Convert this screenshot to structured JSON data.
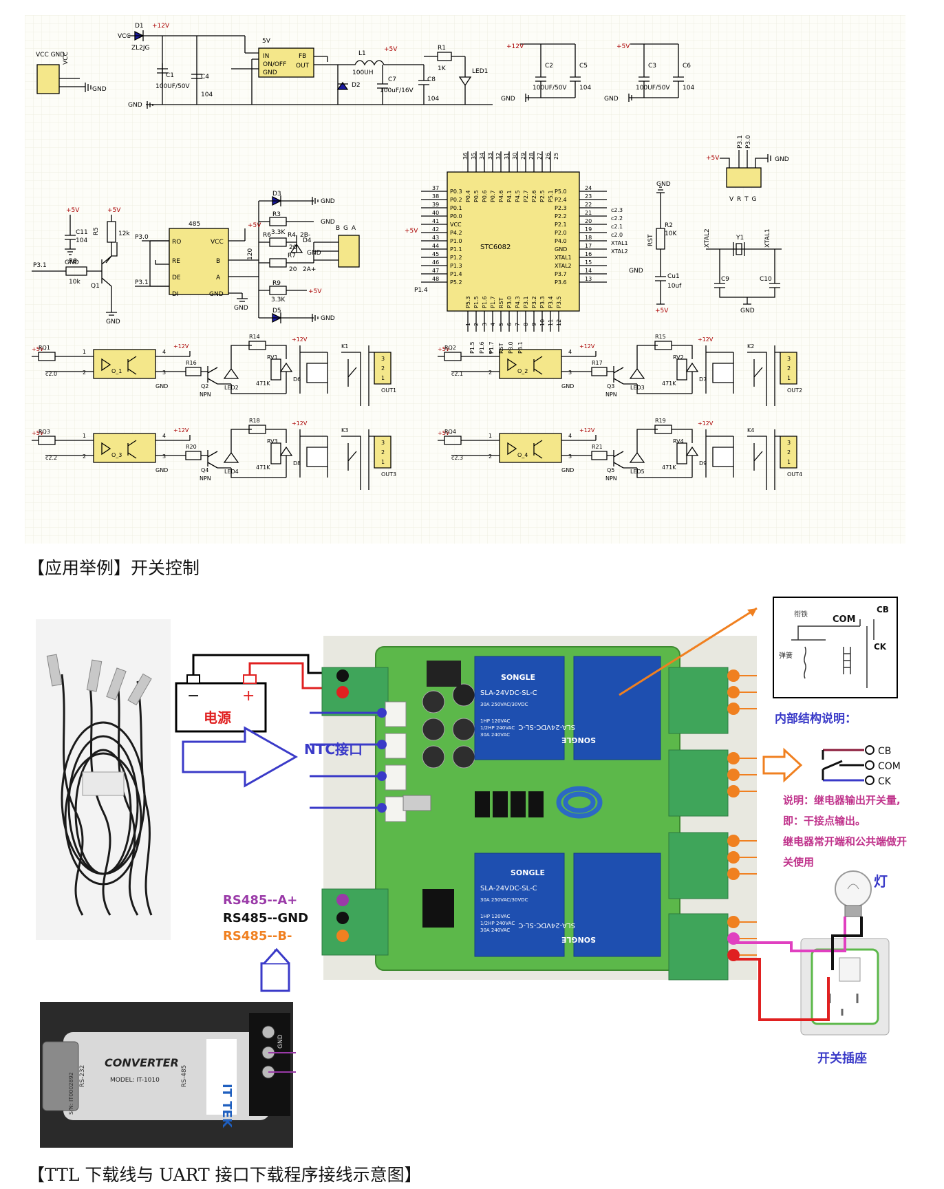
{
  "captions": {
    "app_example": "【应用举例】开关控制",
    "ttl_uart": "【TTL 下载线与 UART 接口下载程序接线示意图】"
  },
  "schematic": {
    "power": {
      "vcc_gnd": "VCC GND",
      "vcc": "VCC",
      "d1": "D1",
      "d1_part": "ZL2JG",
      "c1": "C1",
      "c1_val": "100UF/50V",
      "c4": "C4",
      "c4_val": "104",
      "v12": "+12V",
      "v5": "+5V",
      "fiveV": "5V",
      "reg_in": "IN",
      "reg_onoff": "ON/OFF",
      "reg_gnd": "GND",
      "reg_fb": "FB",
      "reg_out": "OUT",
      "l1": "L1",
      "l1_val": "100UH",
      "d2": "D2",
      "c7": "C7",
      "c7_val": "100uF/16V",
      "c8": "C8",
      "c8_val": "104",
      "r1": "R1",
      "r1_val": "1K",
      "led1": "LED1",
      "gnd": "GND",
      "c2": "C2",
      "c2_val": "100UF/50V",
      "c5": "C5",
      "c5_val": "104",
      "c3": "C3",
      "c3_val": "100UF/50V",
      "c6": "C6",
      "c6_val": "104"
    },
    "rs485": {
      "chip": "485",
      "ro": "RO",
      "re": "RE",
      "de": "DE",
      "di": "DI",
      "vcc": "VCC",
      "b": "B",
      "a": "A",
      "gnd": "GND",
      "c11": "C11",
      "c11_val": "104",
      "r5": "R5",
      "r5_val": "12k",
      "r8": "R8",
      "r8_val": "10k",
      "q1": "Q1",
      "p30": "P3.0",
      "p31": "P3.1",
      "d3": "D3",
      "d4": "D4",
      "d5": "D5",
      "r3": "R3",
      "r3_val": "3.3K",
      "r4": "R4",
      "r4_val": "20",
      "r6": "R6",
      "r6_val": "120",
      "r7": "R7",
      "r7_val": "20",
      "r9": "R9",
      "r9_val": "3.3K",
      "a_plus": "2A+",
      "b_minus": "2B-",
      "bga": "B G A"
    },
    "mcu": {
      "name": "STC6082",
      "left_pins": [
        "P0.3",
        "P0.2",
        "P0.1",
        "P0.0",
        "VCC",
        "P4.2",
        "P1.0",
        "P1.1",
        "P1.2",
        "P1.3",
        "P1.4",
        "P5.2"
      ],
      "left_nums": [
        "37",
        "38",
        "39",
        "40",
        "41",
        "42",
        "43",
        "44",
        "45",
        "46",
        "47",
        "48"
      ],
      "right_pins": [
        "P5.0",
        "P2.4",
        "P2.3",
        "P2.2",
        "P2.1",
        "P2.0",
        "P4.0",
        "GND",
        "XTAL1",
        "XTAL2",
        "P3.7",
        "P3.6"
      ],
      "right_nums": [
        "24",
        "23",
        "22",
        "21",
        "20",
        "19",
        "18",
        "17",
        "16",
        "15",
        "14",
        "13"
      ],
      "top_pins": [
        "P0.4",
        "P0.5",
        "P0.6",
        "P0.7",
        "P4.6",
        "P4.1",
        "P4.5",
        "P2.7",
        "P2.6",
        "P2.5",
        "P5.1"
      ],
      "top_nums": [
        "36",
        "35",
        "34",
        "33",
        "32",
        "31",
        "30",
        "29",
        "28",
        "27",
        "26",
        "25"
      ],
      "bottom_pins": [
        "P5.3",
        "P1.5",
        "P1.6",
        "P1.7",
        "RST",
        "P3.0",
        "P4.3",
        "P3.1",
        "P3.2",
        "P3.3",
        "P3.4",
        "P3.5"
      ],
      "bottom_nums": [
        "1",
        "2",
        "3",
        "4",
        "5",
        "6",
        "7",
        "8",
        "9",
        "10",
        "11",
        "12"
      ],
      "right_nets": [
        "c2.3",
        "c2.2",
        "c2.1",
        "c2.0",
        "XTAL1",
        "XTAL2"
      ],
      "bottom_nets": [
        "P1.5",
        "P1.6",
        "P1.7",
        "RST",
        "P3.0",
        "P3.1"
      ],
      "p14": "P1.4",
      "v5": "+5V",
      "rst": "RST",
      "r2": "R2",
      "r2_val": "10K",
      "cu1": "Cu1",
      "cu1_val": "10uf",
      "xtal1": "XTAL1",
      "xtal2": "XTAL2",
      "y1": "Y1",
      "c9": "C9",
      "c10": "C10",
      "vrtg": "V R T G",
      "p31": "P3.1",
      "p30": "P3.0"
    },
    "relay_channels": [
      {
        "rq": "RQ1",
        "net": "c2.0",
        "opto": "O_1",
        "r_in": "R16",
        "q": "Q2",
        "led": "LED2",
        "r_led": "R14",
        "rv": "RV1",
        "rv_val": "471K",
        "d": "D6",
        "k": "K1",
        "out": "OUT1",
        "npn": "NPN"
      },
      {
        "rq": "RQ2",
        "net": "c2.1",
        "opto": "O_2",
        "r_in": "R17",
        "q": "Q3",
        "led": "LED3",
        "r_led": "R15",
        "rv": "RV2",
        "rv_val": "471K",
        "d": "D7",
        "k": "K2",
        "out": "OUT2",
        "npn": "NPN"
      },
      {
        "rq": "RQ3",
        "net": "c2.2",
        "opto": "O_3",
        "r_in": "R20",
        "q": "Q4",
        "led": "LED4",
        "r_led": "R18",
        "rv": "RV3",
        "rv_val": "471K",
        "d": "D8",
        "k": "K3",
        "out": "OUT3",
        "npn": "NPN"
      },
      {
        "rq": "RQ4",
        "net": "c2.3",
        "opto": "O_4",
        "r_in": "R21",
        "q": "Q5",
        "led": "LED5",
        "r_led": "R19",
        "rv": "RV4",
        "rv_val": "471K",
        "d": "D9",
        "k": "K4",
        "out": "OUT4",
        "npn": "NPN"
      }
    ]
  },
  "photo": {
    "power_label": "电源",
    "ntc_label": "NTC接口",
    "rs485_a": "RS485--A+",
    "rs485_gnd": "RS485--GND",
    "rs485_b": "RS485--B-",
    "relay_model": "SLA-24VDC-SL-C",
    "relay_brand": "SONGLE",
    "relay_rating_1": "30A 250VAC/30VDC",
    "relay_rating_2": "1HP 120VAC",
    "relay_rating_3": "1/2HP 240VAC",
    "relay_rating_4": "30A 240VAC",
    "internal_title": "内部结构说明：",
    "cb": "CB",
    "com": "COM",
    "ck": "CK",
    "armature": "衔铁",
    "spring": "弹簧",
    "note_1": "说明：继电器输出开关量,",
    "note_2": "即：干接点输出。",
    "note_3": "继电器常开端和公共端做开",
    "note_4": "关使用",
    "lamp_label": "灯",
    "socket_label": "开关插座",
    "converter_brand": "CONVERTER",
    "converter_model": "MODEL: IT-1010",
    "converter_logo": "IT TEK",
    "converter_rs232": "RS-232",
    "converter_rs485": "RS-485",
    "converter_sn": "S/N: IT0002892",
    "gnd": "GND"
  },
  "colors": {
    "wire": "#000000",
    "red_wire": "#e02020",
    "blue": "#3a3ac8",
    "orange": "#f08020",
    "purple": "#9a3aa8",
    "pcb_green": "#5cb84a",
    "terminal_green": "#3fa55a",
    "relay_blue": "#1e4fb0",
    "grid": "#eeeede"
  }
}
